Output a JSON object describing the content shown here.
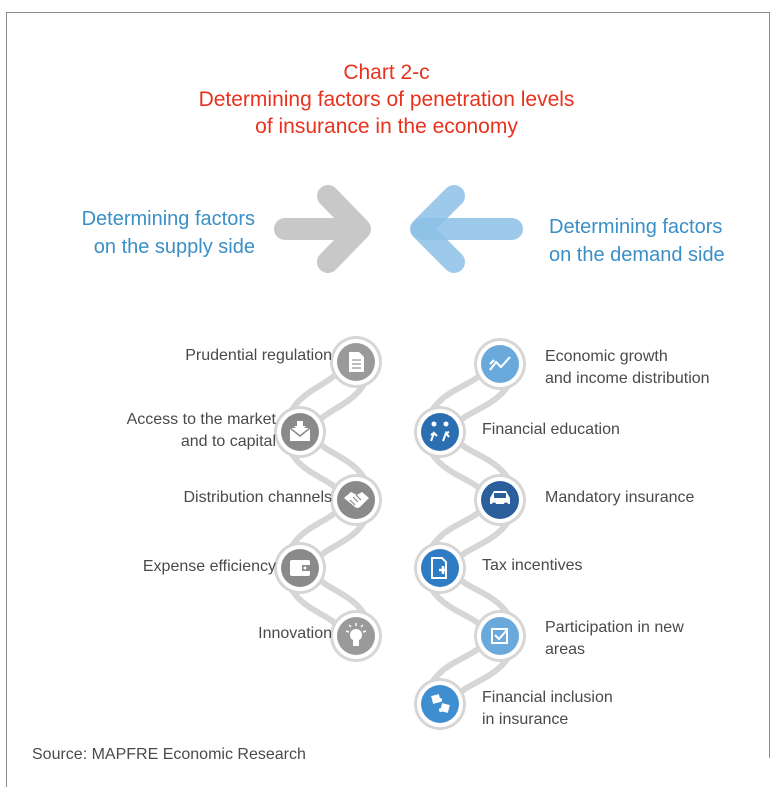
{
  "header": {
    "chart_number": "Chart 2-c",
    "title_line1": "Determining factors of penetration levels",
    "title_line2": "of insurance in the economy"
  },
  "supply": {
    "label_line1": "Determining factors",
    "label_line2": "on the supply side",
    "items": [
      {
        "line1": "Prudential regulation",
        "line2": "",
        "icon": "document-icon"
      },
      {
        "line1": "Access to the market",
        "line2": "and to capital",
        "icon": "envelope-down-icon"
      },
      {
        "line1": "Distribution channels",
        "line2": "",
        "icon": "handshake-icon"
      },
      {
        "line1": "Expense efficiency",
        "line2": "",
        "icon": "wallet-icon"
      },
      {
        "line1": "Innovation",
        "line2": "",
        "icon": "lightbulb-icon"
      }
    ]
  },
  "demand": {
    "label_line1": "Determining factors",
    "label_line2": "on the demand side",
    "items": [
      {
        "line1": "Economic growth",
        "line2": "and income distribution",
        "icon": "trend-icon"
      },
      {
        "line1": "Financial education",
        "line2": "",
        "icon": "people-icon"
      },
      {
        "line1": "Mandatory insurance",
        "line2": "",
        "icon": "car-icon"
      },
      {
        "line1": "Tax incentives",
        "line2": "",
        "icon": "tax-document-icon"
      },
      {
        "line1": "Participation in new",
        "line2": "areas",
        "icon": "checkbox-icon"
      },
      {
        "line1": "Financial inclusion",
        "line2": "in insurance",
        "icon": "puzzle-icon"
      }
    ]
  },
  "source": "Source: MAPFRE Economic Research",
  "colors": {
    "title": "#e8321e",
    "side_label": "#3a8fc6",
    "supply_icon": "#9a9a9a",
    "demand_dark": "#2b6fb0",
    "demand_mid": "#3f8fd0",
    "demand_light": "#6aa9dc",
    "arrow_gray": "#c8c8c8",
    "arrow_blue": "#8cc1e6",
    "chain": "#d6d6d6"
  }
}
